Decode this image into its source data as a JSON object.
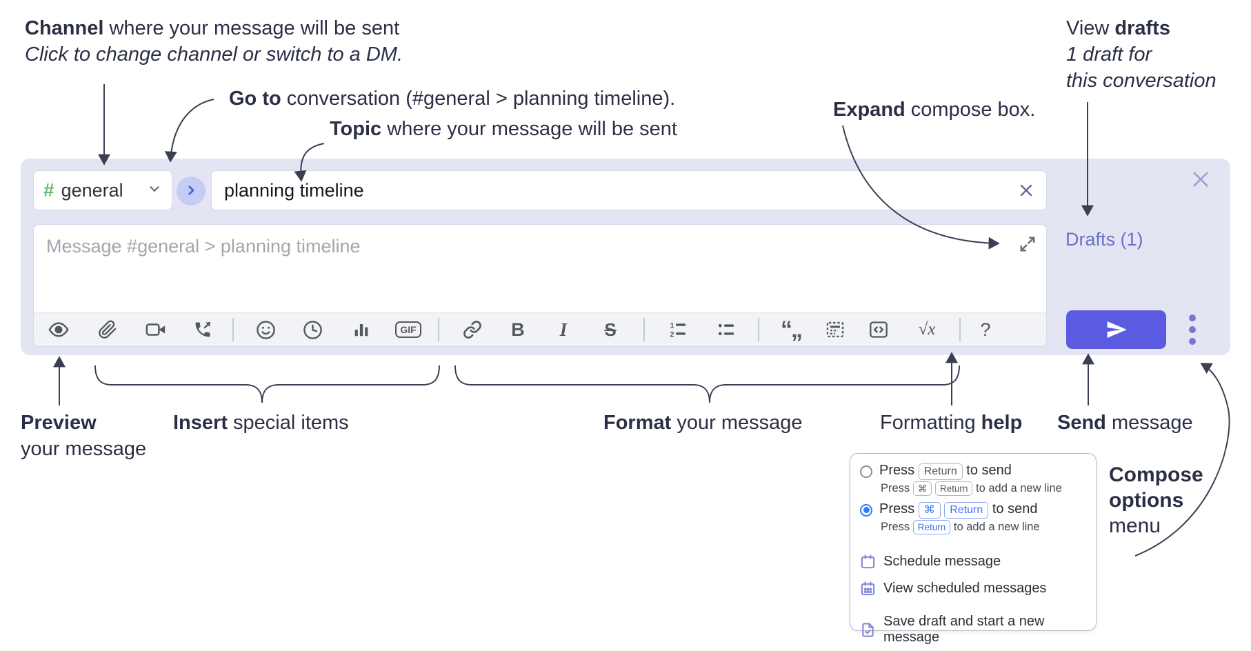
{
  "annotations": {
    "channel_note": {
      "bold": "Channel",
      "rest": " where your message will be sent",
      "line2": "Click to change channel or switch to a DM."
    },
    "goto_note": {
      "bold": "Go to",
      "rest": " conversation (#general > planning timeline)."
    },
    "topic_note": {
      "bold": "Topic",
      "rest": " where your message will be sent"
    },
    "expand_note": {
      "bold": "Expand",
      "rest": " compose box."
    },
    "drafts_note": {
      "pre": "View ",
      "bold": "drafts",
      "line2": "1 draft for",
      "line3": "this conversation"
    },
    "preview_note": {
      "bold": "Preview",
      "line2": "your message"
    },
    "insert_note": {
      "bold": "Insert",
      "rest": " special items"
    },
    "format_note": {
      "bold": "Format",
      "rest": " your message"
    },
    "help_note": {
      "pre": "Formatting ",
      "bold": "help"
    },
    "send_note": {
      "bold": "Send",
      "rest": " message"
    },
    "compose_options_note": {
      "line1": "Compose",
      "line2": "options",
      "line3": "menu"
    }
  },
  "compose": {
    "channel": {
      "hash": "#",
      "name": "general"
    },
    "topic": {
      "value": "planning timeline"
    },
    "message": {
      "placeholder": "Message #general > planning timeline"
    },
    "drafts_link": "Drafts (1)",
    "toolbar": {
      "gif_label": "GIF",
      "bold_label": "B",
      "italic_label": "I",
      "strike_label": "S",
      "math_label": "√x",
      "help_label": "?",
      "quote_glyph": "“„",
      "icons": [
        "preview",
        "attach-file",
        "start-video-call",
        "start-voice-call",
        "emoji",
        "add-global-time",
        "poll",
        "gif",
        "link",
        "bold",
        "italic",
        "strikethrough",
        "numbered-list",
        "bulleted-list",
        "quote",
        "spoiler",
        "code",
        "math",
        "formatting-help"
      ]
    }
  },
  "menu": {
    "radio_1": {
      "selected": false,
      "pre": "Press",
      "key": "Return",
      "post": "to send",
      "sub_pre": "Press",
      "sub_key1": "⌘",
      "sub_key2": "Return",
      "sub_post": "to add a new line"
    },
    "radio_2": {
      "selected": true,
      "pre": "Press",
      "key1": "⌘",
      "key2": "Return",
      "post": "to send",
      "sub_pre": "Press",
      "sub_key": "Return",
      "sub_post": "to add a new line"
    },
    "items": {
      "schedule": "Schedule message",
      "view_scheduled": "View scheduled messages",
      "save_draft": "Save draft and start a new message"
    }
  },
  "colors": {
    "container_bg": "#e3e5f2",
    "accent_send": "#5a5be0",
    "drafts_link": "#6b70cc",
    "hash_green": "#68b975",
    "goto_blue": "#4a5ce8",
    "goto_circle_bg": "#c5cdf4",
    "key_blue": "#3a6ff2",
    "menu_icon_purple": "#8286d9"
  }
}
